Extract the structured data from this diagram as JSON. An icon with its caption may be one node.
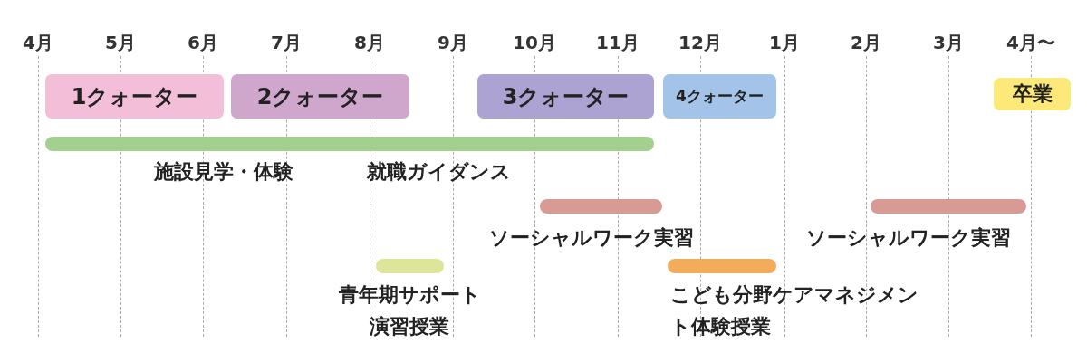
{
  "diagram": {
    "nodes": [
      {
        "text": [
          "1クォーター"
        ]
      },
      {
        "text": [
          "2クォーター"
        ]
      },
      {
        "text": [
          "3クォーター"
        ]
      },
      {
        "text": [
          "4クォーター"
        ]
      },
      {
        "text": [
          "卒業"
        ]
      },
      {
        "text": [],
        "shape": "bar",
        "beside": [
          "施設見学・体験",
          "就職ガイダンス"
        ]
      },
      {
        "text": [],
        "shape": "bar",
        "beside": [
          "ソーシャルワーク実習"
        ]
      },
      {
        "text": [],
        "shape": "bar",
        "beside": [
          "ソーシャルワーク実習"
        ]
      },
      {
        "text": [],
        "shape": "bar",
        "beside": [
          "青年期サポート演習授業"
        ]
      },
      {
        "text": [],
        "shape": "bar",
        "beside": [
          "こども分野ケアマネジメント体験授業"
        ]
      }
    ],
    "edges": [],
    "labels": [
      "4月",
      "5月",
      "6月",
      "7月",
      "8月",
      "9月",
      "10月",
      "11月",
      "12月",
      "1月",
      "2月",
      "3月",
      "4月〜"
    ]
  }
}
